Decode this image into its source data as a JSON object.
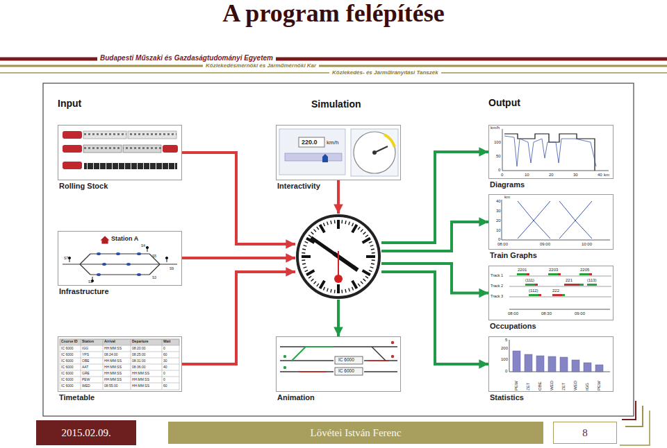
{
  "diagram": {
    "title": "A program felépítése",
    "nodes": [
      {
        "text": [
          "Rolling Stock"
        ]
      },
      {
        "text": [
          "Infrastructure"
        ]
      },
      {
        "text": [
          "Timetable"
        ]
      },
      {
        "text": [
          "Interactivity"
        ]
      },
      {
        "text": []
      },
      {
        "text": [
          "Animation"
        ]
      },
      {
        "text": [
          "Diagrams"
        ]
      },
      {
        "text": [
          "Train Graphs"
        ]
      },
      {
        "text": [
          "Occupations"
        ]
      },
      {
        "text": [
          "Statistics"
        ]
      },
      {
        "text": [
          "2015.02.09."
        ]
      },
      {
        "text": [
          "Lövétei István Ferenc"
        ]
      },
      {
        "text": [
          "8"
        ]
      }
    ],
    "edges": [
      {
        "from": 0,
        "to": 4,
        "arrow": "to"
      },
      {
        "from": 1,
        "to": 4,
        "arrow": "to"
      },
      {
        "from": 2,
        "to": 4,
        "arrow": "to"
      },
      {
        "from": 3,
        "to": 4,
        "arrow": "to"
      },
      {
        "from": 4,
        "to": 5,
        "arrow": "to"
      },
      {
        "from": 4,
        "to": 6,
        "arrow": "to"
      },
      {
        "from": 4,
        "to": 7,
        "arrow": "to"
      },
      {
        "from": 4,
        "to": 8,
        "arrow": "to"
      },
      {
        "from": 4,
        "to": 9,
        "arrow": "to"
      }
    ],
    "labels": [
      "Budapesti Műszaki és Gazdaságtudományi Egyetem",
      "Közlekedésmérnöki és Járműmérnöki Kar",
      "Közlekedés- és Járműirányítási Tanszék",
      "Input",
      "Simulation",
      "Output",
      "Station A",
      "S7",
      "S4",
      "S5",
      "S3",
      "S1",
      "S9",
      "Course ID",
      "Station",
      "Arrival",
      "Departure",
      "Wait",
      "IC 6000",
      "IGG",
      "HH:MM:SS",
      "08:20:00",
      "0",
      "IC 6000",
      "YPS",
      "08:24:00",
      "08:25:00",
      "60",
      "IC 6000",
      "OBE",
      "HH:MM:SS",
      "08:31:00",
      "30",
      "IC 6000",
      "AAT",
      "HH:MM:SS",
      "08:36:00",
      "40",
      "IC 6000",
      "GRE",
      "HH:MM:SS",
      "HH:MM:SS",
      "0",
      "IC 6000",
      "PEW",
      "HH:MM:SS",
      "HH:MM:SS",
      "0",
      "IC 6000",
      "WED",
      "08:55:00",
      "HH:MM:SS",
      "60",
      "220.0",
      "km/h",
      "km/h",
      "100",
      "50",
      "0",
      "0",
      "10",
      "20",
      "30",
      "40",
      "km",
      "km",
      "40",
      "30",
      "20",
      "10",
      "0",
      "08:00",
      "09:00",
      "10:00",
      "2201",
      "2203",
      "2205",
      "Track 1",
      "(111)",
      "221",
      "(113)",
      "Track 2",
      "(112)",
      "222",
      "Track 3",
      "08:00",
      "08:30",
      "09:00",
      "5",
      "200",
      "100",
      "0",
      "PEW",
      "ZET",
      "OBE",
      "WED",
      "ZET",
      "WED",
      "IGG",
      "PEW",
      "IC 6000",
      "IC 6000"
    ]
  }
}
